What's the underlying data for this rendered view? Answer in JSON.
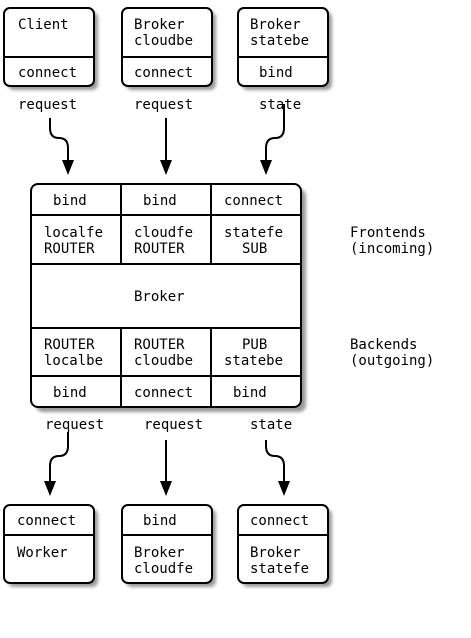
{
  "top_boxes": [
    {
      "name": "client",
      "title": [
        "Client"
      ],
      "socket": "connect",
      "flow": "request"
    },
    {
      "name": "broker-cloudbe",
      "title": [
        "Broker",
        "cloudbe"
      ],
      "socket": "connect",
      "flow": "request"
    },
    {
      "name": "broker-statebe",
      "title": [
        "Broker",
        "statebe"
      ],
      "socket": "bind",
      "flow": "state"
    }
  ],
  "broker": {
    "label": "Broker",
    "frontends": [
      {
        "socket": "bind",
        "lines": [
          "localfe",
          "ROUTER"
        ]
      },
      {
        "socket": "bind",
        "lines": [
          "cloudfe",
          "ROUTER"
        ]
      },
      {
        "socket": "connect",
        "lines": [
          "statefe",
          "SUB"
        ]
      }
    ],
    "backends": [
      {
        "lines": [
          "ROUTER",
          "localbe"
        ],
        "socket": "bind"
      },
      {
        "lines": [
          "ROUTER",
          "cloudbe"
        ],
        "socket": "connect"
      },
      {
        "lines": [
          "PUB",
          "statebe"
        ],
        "socket": "bind"
      }
    ]
  },
  "side_labels": {
    "frontends": [
      "Frontends",
      "(incoming)"
    ],
    "backends": [
      "Backends",
      "(outgoing)"
    ]
  },
  "bottom_boxes": [
    {
      "name": "worker",
      "socket": "connect",
      "title": [
        "Worker"
      ],
      "flow": "request"
    },
    {
      "name": "broker-cloudfe",
      "socket": "bind",
      "title": [
        "Broker",
        "cloudfe"
      ],
      "flow": "request"
    },
    {
      "name": "broker-statefe",
      "socket": "connect",
      "title": [
        "Broker",
        "statefe"
      ],
      "flow": "state"
    }
  ]
}
